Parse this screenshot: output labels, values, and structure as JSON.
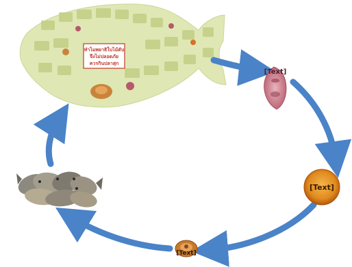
{
  "cycle": {
    "fish_poster": {
      "headline_line1": "ทำไมพยาธิใบไม้ตับ",
      "headline_line2": "จึงไม่ปลอดภัย",
      "headline_line3": "ควรกินปลาสุก"
    },
    "nodes": {
      "fluke_label": "[Text]",
      "egg_label": "[Text]",
      "snail_label": "[Text]"
    },
    "colors": {
      "arrow": "#4a83c8",
      "poster_bg": "#dfe7b4",
      "fluke": "#c56a7a",
      "egg": "#e08a1e",
      "snail": "#c87a2a"
    }
  }
}
